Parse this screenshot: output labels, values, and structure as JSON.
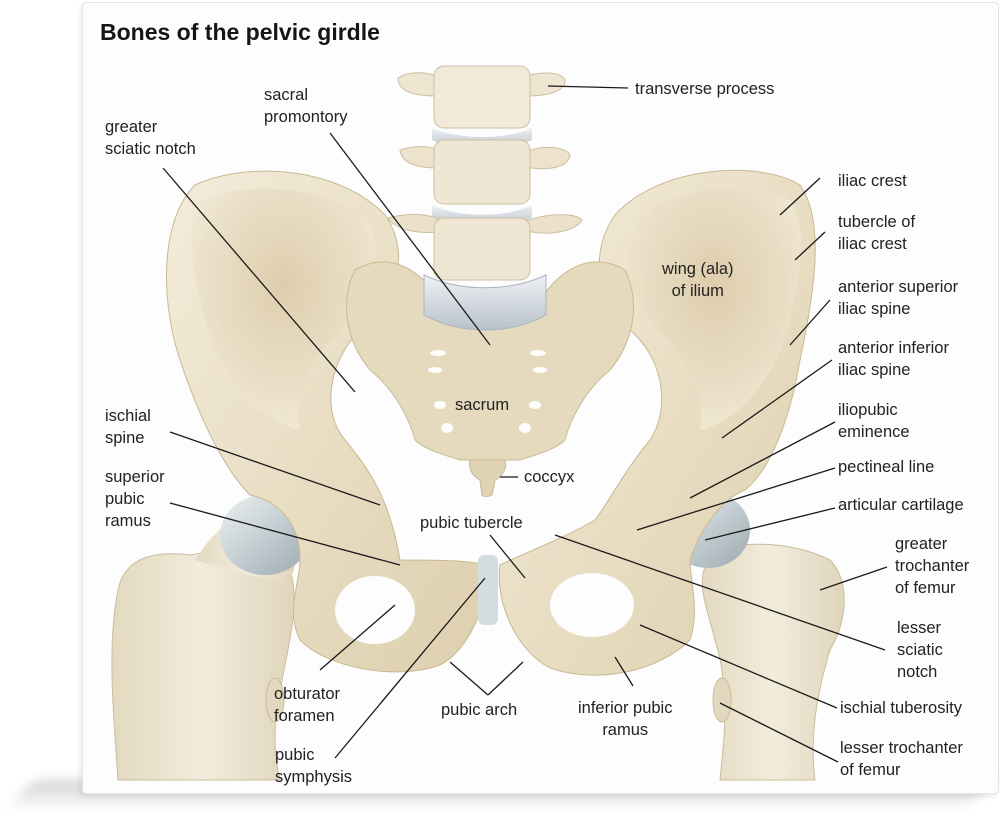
{
  "title": "Bones of the pelvic girdle",
  "colors": {
    "bone": "#ede3cc",
    "bone_shade": "#d9c9a6",
    "cartilage": "#c9d3d6",
    "leader_line": "#1a1a1a",
    "text": "#222222",
    "background": "#fdfdfd"
  },
  "labels": {
    "transverse_process": "transverse process",
    "sacral_promontory": "sacral\npromontory",
    "greater_sciatic_notch": "greater\nsciatic notch",
    "iliac_crest": "iliac crest",
    "tubercle_of_iliac_crest": "tubercle of\niliac crest",
    "wing_of_ilium": "wing (ala)\nof ilium",
    "anterior_superior_iliac_spine": "anterior superior\niliac spine",
    "anterior_inferior_iliac_spine": "anterior inferior\niliac spine",
    "iliopubic_eminence": "iliopubic\neminence",
    "pectineal_line": "pectineal line",
    "articular_cartilage": "articular cartilage",
    "greater_trochanter": "greater\ntrochanter\nof femur",
    "lesser_sciatic_notch": "lesser\nsciatic\nnotch",
    "ischial_tuberosity": "ischial tuberosity",
    "lesser_trochanter": "lesser trochanter\nof femur",
    "ischial_spine": "ischial\nspine",
    "superior_pubic_ramus": "superior\npubic\nramus",
    "sacrum": "sacrum",
    "coccyx": "coccyx",
    "pubic_tubercle": "pubic tubercle",
    "obturator_foramen": "obturator\nforamen",
    "pubic_symphysis": "pubic\nsymphysis",
    "pubic_arch": "pubic arch",
    "inferior_pubic_ramus": "inferior pubic\nramus"
  }
}
